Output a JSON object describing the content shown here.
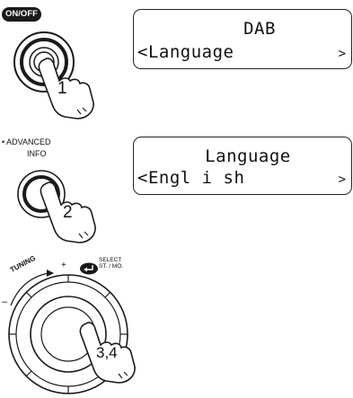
{
  "step1": {
    "button_label": "ON/OFF",
    "hand_number": "1",
    "display": {
      "line1": "DAB",
      "line2": "<Language",
      "right_arrow": ">"
    }
  },
  "step2": {
    "label_bullet": "•",
    "label_line1": "ADVANCED",
    "label_line2": "INFO",
    "hand_number": "2",
    "display": {
      "line1": "Language",
      "line2": "<Engl i sh",
      "right_arrow": ">"
    }
  },
  "step3": {
    "tuning_label": "TUNING",
    "minus": "–",
    "plus": "+",
    "select_line1": "SELECT",
    "select_line2": "ST. / MO.",
    "hand_number": "3,4"
  },
  "colors": {
    "ink": "#1a1a1a",
    "background": "#ffffff"
  },
  "icons": [
    "power-knob",
    "pointing-hand",
    "round-button",
    "tuning-dial",
    "enter-arrow-icon"
  ]
}
